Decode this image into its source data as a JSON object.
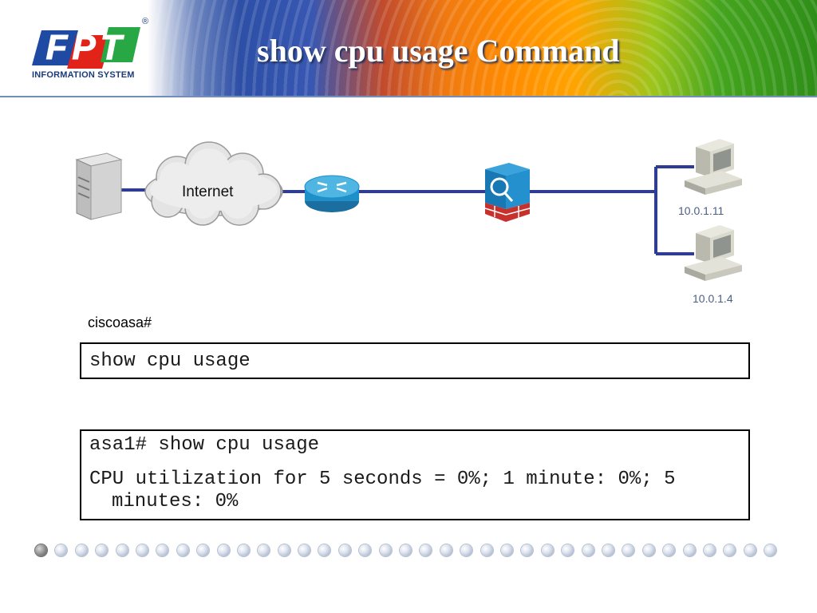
{
  "header": {
    "title": "show cpu usage Command",
    "logo": {
      "mark": "FPT",
      "registered": "®",
      "subtitle": "INFORMATION SYSTEM"
    },
    "colors": {
      "title_text": "#ffffff",
      "header_line": "#2c4a8c"
    }
  },
  "diagram": {
    "nodes": [
      {
        "name": "server",
        "icon": "server-icon"
      },
      {
        "name": "internet",
        "icon": "cloud-icon",
        "label": "Internet"
      },
      {
        "name": "router",
        "icon": "router-icon"
      },
      {
        "name": "firewall",
        "icon": "asa-firewall-icon"
      },
      {
        "name": "host-1",
        "icon": "pc-icon",
        "label": "10.0.1.11"
      },
      {
        "name": "host-2",
        "icon": "pc-icon",
        "label": "10.0.1.4"
      }
    ],
    "link_color": "#2e3c96"
  },
  "cli": {
    "prompt": "ciscoasa#",
    "command": "show cpu usage",
    "example_command": "asa1# show cpu usage",
    "example_output": "CPU utilization for 5 seconds = 0%; 1 minute: 0%; 5 minutes: 0%"
  },
  "footer": {
    "dot_count": 37,
    "active_index": 0
  }
}
